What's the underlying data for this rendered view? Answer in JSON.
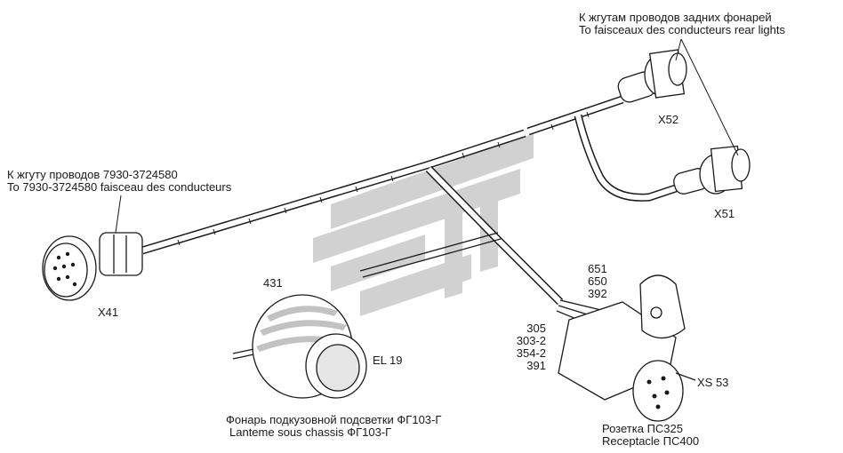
{
  "rear_lights": {
    "line1": "К жгутам проводов задних фонарей",
    "line2": "To faisceaux des conducteurs rear lights"
  },
  "harness_ref": {
    "line1": "К жгуту проводов 7930-3724580",
    "line2": "To 7930-3724580 faisceau des conducteurs"
  },
  "connectors": {
    "x52": "X52",
    "x51": "X51",
    "x41": "X41",
    "xs53": "XS 53"
  },
  "lamp": {
    "id": "431",
    "el": "EL 19",
    "name_ru": "Фонарь подкузовной подсветки ФГ103-Г",
    "name_fr": "Lanteme sous chassis ФГ103-Г"
  },
  "wires_top": [
    "651",
    "650",
    "392"
  ],
  "wires_left": [
    "305",
    "303-2",
    "354-2",
    "391"
  ],
  "socket": {
    "name_ru": "Розетка ПС325",
    "name_en": "Receptacle ПС400"
  },
  "colors": {
    "line": "#1a1a1a",
    "watermark": "#c9c9c9",
    "shade": "#9a9a9a"
  }
}
